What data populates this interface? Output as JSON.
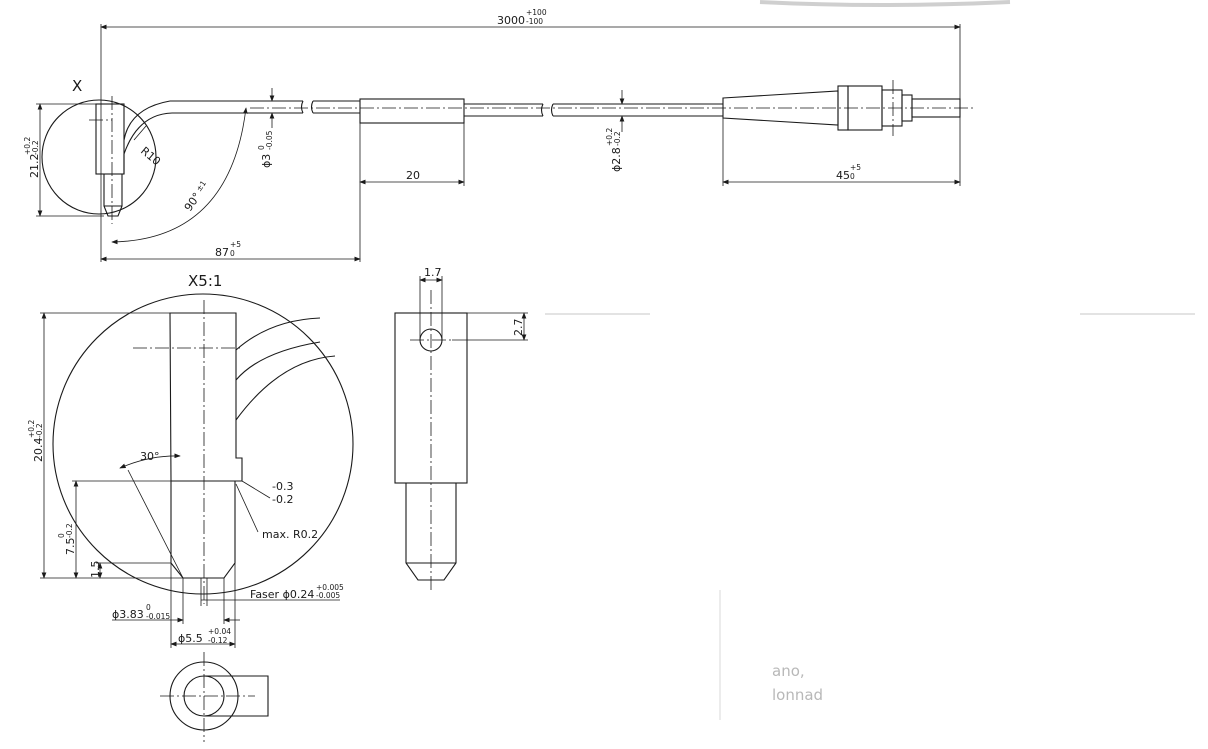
{
  "detail_marker": "X",
  "detail_title": "X5:1",
  "dimensions": {
    "total_length": "3000",
    "total_length_tol_upper": "+100",
    "total_length_tol_lower": "-100",
    "probe_height": "21.2",
    "probe_height_tol_upper": "+0.2",
    "probe_height_tol_lower": "-0.2",
    "bend_radius": "R10",
    "bend_angle": "90°",
    "bend_angle_tol": "±1",
    "cable_diameter": "ϕ3",
    "cable_diameter_tol_upper": "0",
    "cable_diameter_tol_lower": "-0.05",
    "sleeve_length": "20",
    "fiber_diameter": "ϕ2.8",
    "fiber_diameter_tol_upper": "+0.2",
    "fiber_diameter_tol_lower": "-0.2",
    "connector_length": "45",
    "connector_length_tol_upper": "+5",
    "connector_length_tol_lower": "0",
    "probe_to_sleeve": "87",
    "probe_to_sleeve_tol_upper": "+5",
    "probe_to_sleeve_tol_lower": "0",
    "detail_height": "20.4",
    "detail_height_tol_upper": "+0.2",
    "detail_height_tol_lower": "-0.2",
    "tip_length": "7.5",
    "tip_length_tol_upper": "0",
    "tip_length_tol_lower": "-0.2",
    "chamfer_length": "1.5",
    "cone_angle": "30°",
    "step_upper": "-0.3",
    "step_lower": "-0.2",
    "max_radius": "max. R0.2",
    "faser_label": "Faser ϕ0.24",
    "faser_tol_upper": "+0.005",
    "faser_tol_lower": "-0.005",
    "tip_diameter": "ϕ3.83",
    "tip_diameter_tol_upper": "0",
    "tip_diameter_tol_lower": "-0.015",
    "body_diameter": "ϕ5.5",
    "body_diameter_tol_upper": "+0.04",
    "body_diameter_tol_lower": "-0.12",
    "hole_width": "1.7",
    "hole_offset": "2.7"
  },
  "ghost_text": {
    "line1": "ano,",
    "line2": "lonnad"
  }
}
